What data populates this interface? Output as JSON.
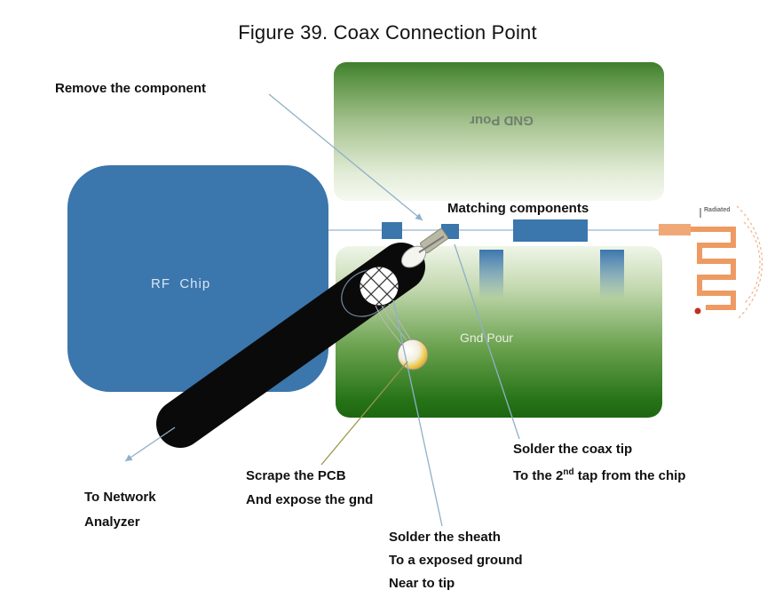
{
  "title": "Figure 39. Coax Connection Point",
  "boxes": {
    "rf_chip": "RF  Chip",
    "gnd_pour_top": "GND Pour",
    "gnd_pour_bottom": "Gnd Pour"
  },
  "annotations": {
    "remove_component": "Remove the component",
    "matching_components": "Matching components",
    "radiated": "Radiated",
    "network": {
      "l1": "To Network",
      "l2": "Analyzer"
    },
    "scrape": {
      "l1": "Scrape the PCB",
      "l2": "And expose the gnd"
    },
    "solder_tip": {
      "l1": "Solder the coax tip",
      "l2a": "To the 2",
      "l2sup": "nd",
      "l2b": " tap from the chip"
    },
    "solder_sheath": {
      "l1": "Solder the sheath",
      "l2": "To a exposed ground",
      "l3": "Near to tip"
    }
  },
  "colors": {
    "chip_blue": "#3b76ad",
    "green_dark": "#267317",
    "green_light": "#eff5e8",
    "cable_black": "#0a0a0a",
    "annotation_blue": "#8fb0c8",
    "scrape_olive": "#99994d",
    "antenna_orange": "#ee9a62",
    "solder_yellow": "#edc84a"
  }
}
